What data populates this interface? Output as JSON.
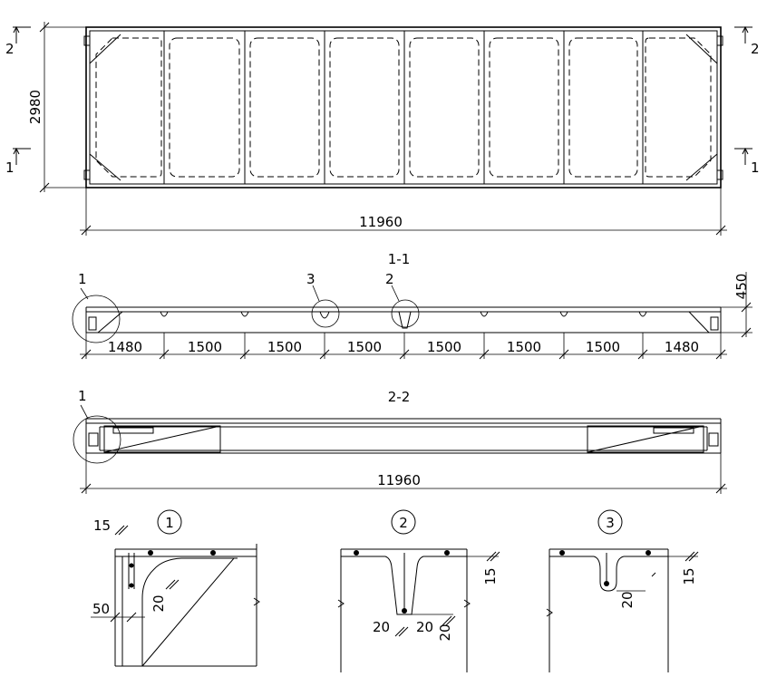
{
  "plan": {
    "width_dim": "11960",
    "height_dim": "2980",
    "section_mark_1": "1",
    "section_mark_2": "2"
  },
  "section_1_1": {
    "title": "1-1",
    "height_dim": "450",
    "spans": [
      "1480",
      "1500",
      "1500",
      "1500",
      "1500",
      "1500",
      "1500",
      "1480"
    ],
    "callouts": [
      "1",
      "3",
      "2"
    ]
  },
  "section_2_2": {
    "title": "2-2",
    "width_dim": "11960",
    "callout": "1"
  },
  "details": {
    "detail_1": {
      "label": "1",
      "dims": [
        "15",
        "50",
        "20"
      ]
    },
    "detail_2": {
      "label": "2",
      "dims": [
        "15",
        "20",
        "20",
        "20"
      ]
    },
    "detail_3": {
      "label": "3",
      "dims": [
        "15",
        "20"
      ]
    }
  }
}
